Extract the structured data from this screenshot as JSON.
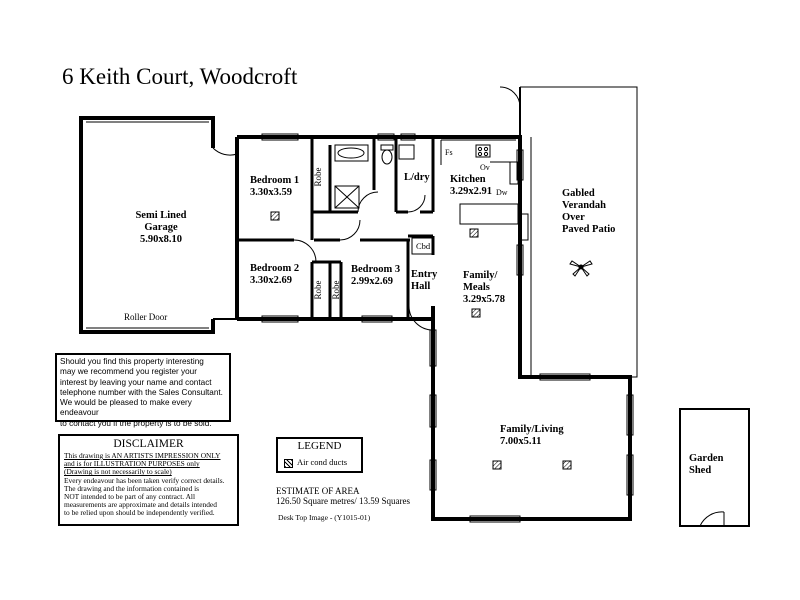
{
  "title": "6 Keith Court, Woodcroft",
  "rooms": {
    "garage": {
      "name_l1": "Semi Lined",
      "name_l2": "Garage",
      "size": "5.90x8.10"
    },
    "roller_door": "Roller Door",
    "bedroom1": {
      "name": "Bedroom 1",
      "size": "3.30x3.59"
    },
    "bedroom2": {
      "name": "Bedroom 2",
      "size": "3.30x2.69"
    },
    "bedroom3": {
      "name": "Bedroom 3",
      "size": "2.99x2.69"
    },
    "robe": "Robe",
    "laundry": "L/dry",
    "kitchen": {
      "name": "Kitchen",
      "size": "3.29x2.91"
    },
    "fs": "Fs",
    "ov": "Ov",
    "dw": "Dw",
    "cbd": "Cbd",
    "entry": {
      "l1": "Entry",
      "l2": "Hall"
    },
    "family_meals": {
      "l1": "Family/",
      "l2": "Meals",
      "size": "3.29x5.78"
    },
    "verandah": {
      "l1": "Gabled",
      "l2": "Verandah",
      "l3": "Over",
      "l4": "Paved Patio"
    },
    "family_living": {
      "name": "Family/Living",
      "size": "7.00x5.11"
    },
    "shed": {
      "l1": "Garden",
      "l2": "Shed"
    }
  },
  "info_lines": [
    "Should you find this property interesting",
    "may we recommend you register your",
    "interest by leaving your name and contact",
    "telephone number with the Sales Consultant.",
    "We would be pleased to make every endeavour",
    "to contact you if the property is to be sold."
  ],
  "disclaimer": {
    "heading": "DISCLAIMER",
    "underlined": [
      "This drawing is AN ARTISTS IMPRESSION ONLY",
      "and is for ILLUSTRATION PURPOSES only",
      "(Drawing is not necessarily to scale)"
    ],
    "lines": [
      "Every endeavour has been taken verify correct details.",
      "The drawing and the information contained is",
      "NOT intended to be part of any contract.  All",
      "measurements are approximate and details intended",
      "to be relied upon should be independently verified."
    ]
  },
  "legend": {
    "heading": "LEGEND",
    "item": "Air cond ducts"
  },
  "estimate": {
    "heading": "ESTIMATE OF AREA",
    "value": "126.50 Square metres/  13.59 Squares"
  },
  "desk_top": "Desk Top Image - (Y1015-01)"
}
